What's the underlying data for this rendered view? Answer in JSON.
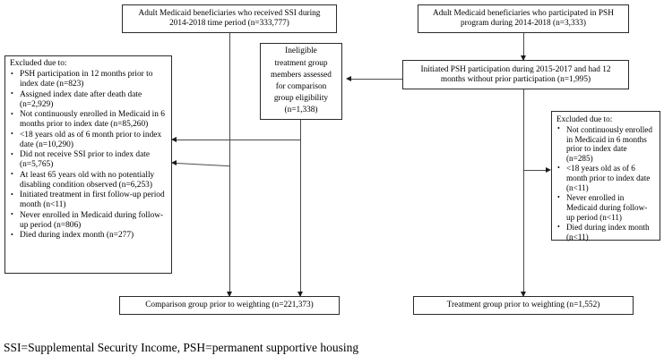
{
  "figure": {
    "type": "flowchart",
    "footnote": "SSI=Supplemental Security Income, PSH=permanent supportive housing"
  },
  "boxes": {
    "source_ssi": {
      "line1": "Adult Medicaid beneficiaries who received SSI during",
      "line2": "2014-2018  time period (n=333,777)"
    },
    "source_psh": {
      "line1": "Adult Medicaid beneficiaries who participated in PSH",
      "line2": "program during 2014-2018  (n=3,333)"
    },
    "ineligible": {
      "line1": "Ineligible",
      "line2": "treatment group",
      "line3": "members assessed",
      "line4": "for comparison",
      "line5": "group eligibility",
      "line6": "(n=1,338)"
    },
    "initiated_psh": {
      "line1": "Initiated PSH participation during 2015-2017  and had 12",
      "line2": "months without prior participation (n=1,995)"
    },
    "excluded_comparison": {
      "title": "Excluded due to:",
      "items": [
        "PSH participation in 12  months prior to index date (n=823)",
        "Assigned index date after death date (n=2,929)",
        "Not continuously enrolled in Medicaid in 6 months prior to index date (n=85,260)",
        "<18 years old as of 6 month prior to index date (n=10,290)",
        "Did not receive SSI prior to index date (n=5,765)",
        "At least 65 years old with no potentially disabling condition observed (n=6,253)",
        "Initiated treatment in first follow-up period month (n<11)",
        "Never enrolled in Medicaid during follow-up period (n=806)",
        "Died during index month (n=277)"
      ]
    },
    "excluded_treatment": {
      "title": "Excluded due to:",
      "items": [
        "Not continuously enrolled in Medicaid in 6 months prior to index date (n=285)",
        "<18 years old as of 6 month prior to index date (n<11)",
        "Never enrolled in Medicaid during follow-up period (n<11)",
        "Died during index month (n<11)"
      ]
    },
    "comparison_final": {
      "line1": "Comparison group prior to weighting (n=221,373)"
    },
    "treatment_final": {
      "line1": "Treatment group prior to weighting (n=1,552)"
    }
  }
}
